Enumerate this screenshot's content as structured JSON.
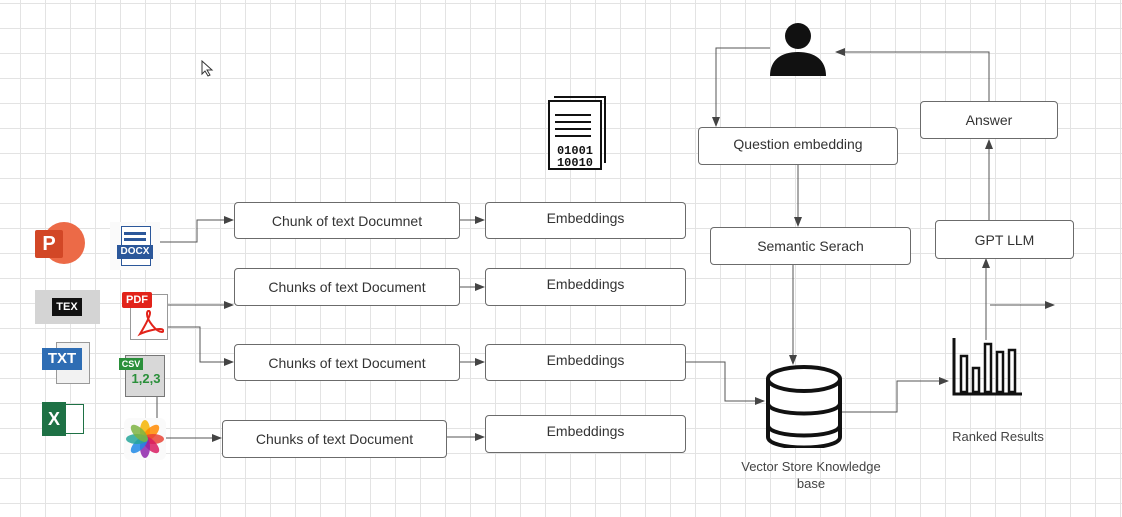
{
  "chunks": [
    {
      "label": "Chunk of text Documnet"
    },
    {
      "label": "Chunks of text Document"
    },
    {
      "label": "Chunks of text Document"
    },
    {
      "label": "Chunks of text Document"
    }
  ],
  "embeddings": [
    {
      "label": "Embeddings"
    },
    {
      "label": "Embeddings"
    },
    {
      "label": "Embeddings"
    },
    {
      "label": "Embeddings"
    }
  ],
  "pipeline": {
    "question_embedding": "Question embedding",
    "semantic_search": "Semantic Serach",
    "answer": "Answer",
    "gpt_llm": "GPT LLM",
    "vector_store": "Vector Store Knowledge base",
    "ranked_results": "Ranked Results"
  },
  "file_icons": {
    "docx": "DOCX",
    "pdf": "PDF",
    "tex": "TEX",
    "txt": "TXT",
    "csv": "CSV",
    "csv_content": "1,2,3",
    "powerpoint": "P",
    "excel": "X"
  },
  "colors": {
    "powerpoint": "#d24726",
    "excel": "#1e7145",
    "word": "#2b579a",
    "pdf": "#e2231a",
    "txt": "#2e6db4"
  },
  "icons": [
    "cursor-icon",
    "user-icon",
    "document-binary-icon",
    "database-icon",
    "bar-chart-icon",
    "photos-icon"
  ]
}
